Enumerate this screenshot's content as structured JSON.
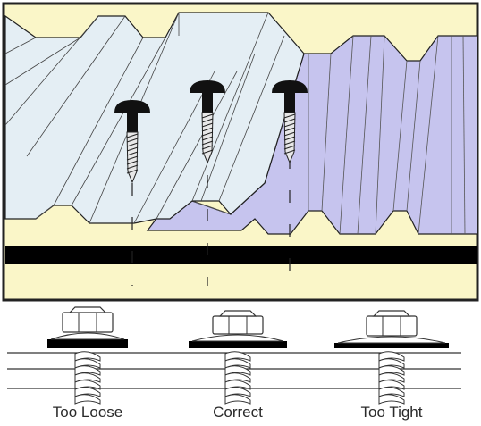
{
  "colors": {
    "background_panel": "#faf6c8",
    "sheet_light": "#e4eef4",
    "sheet_purple": "#c6c4ee",
    "outline": "#222222",
    "purlin": "#000000",
    "screw_head": "#111111"
  },
  "illustration": {
    "icons": [
      "roof-sheet-light-icon",
      "roof-sheet-purple-icon",
      "screw-icon",
      "purlin-icon"
    ]
  },
  "fastener_states": [
    {
      "label": "Too Loose",
      "icon": "washer-screw-icon"
    },
    {
      "label": "Correct",
      "icon": "washer-screw-icon"
    },
    {
      "label": "Too Tight",
      "icon": "washer-screw-icon"
    }
  ]
}
